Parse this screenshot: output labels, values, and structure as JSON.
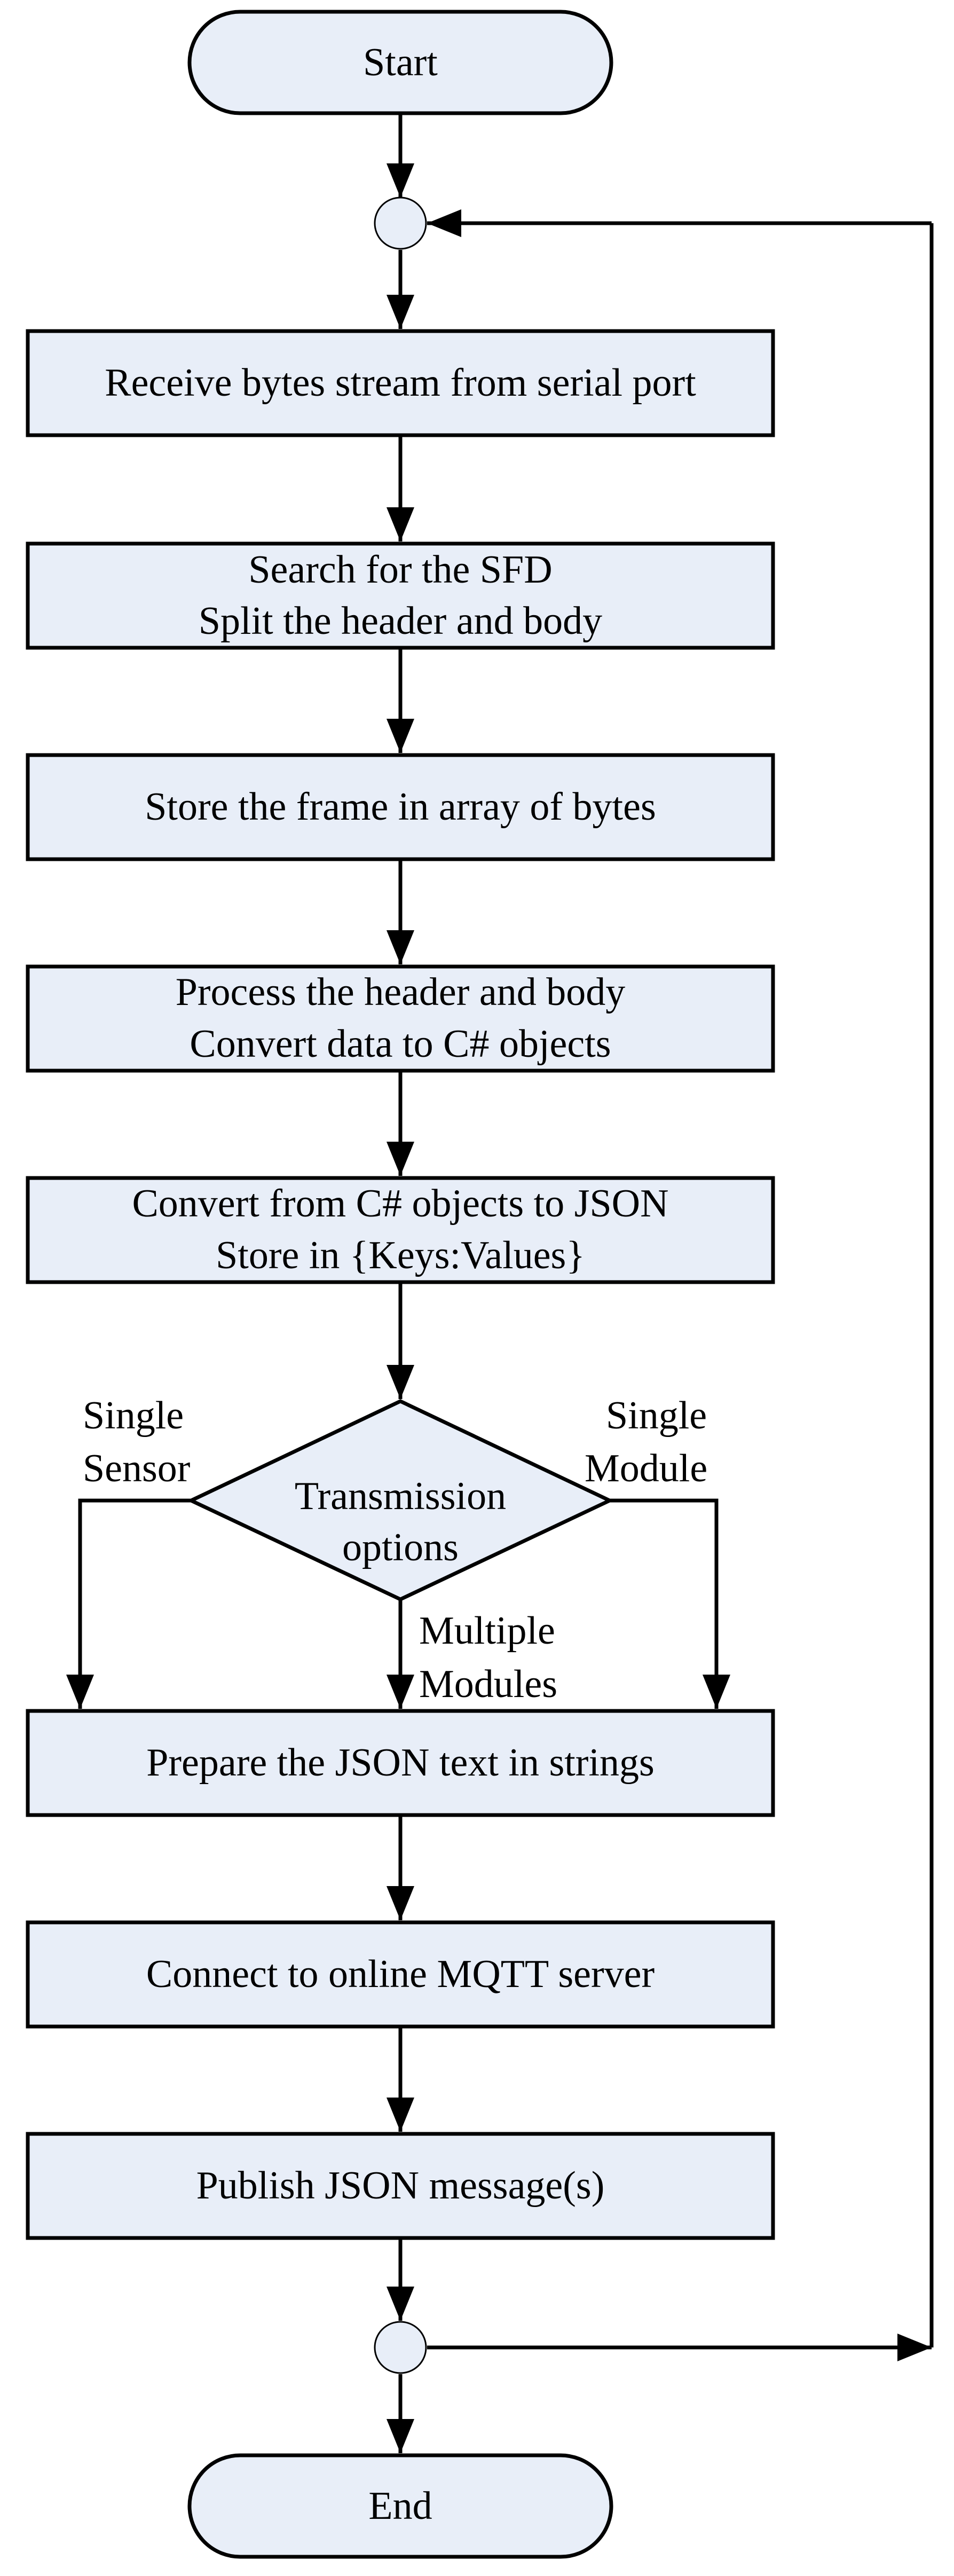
{
  "diagram": {
    "start": "Start",
    "end": "End",
    "steps": [
      {
        "id": "receive",
        "lines": [
          "Receive bytes stream from serial port"
        ]
      },
      {
        "id": "search",
        "lines": [
          "Search for the SFD",
          "Split the header and body"
        ]
      },
      {
        "id": "store",
        "lines": [
          "Store the frame in array of bytes"
        ]
      },
      {
        "id": "process",
        "lines": [
          "Process the header and body",
          "Convert data to C# objects"
        ]
      },
      {
        "id": "convert",
        "lines": [
          "Convert from C# objects to JSON",
          "Store in {Keys:Values}"
        ]
      },
      {
        "id": "prepare",
        "lines": [
          "Prepare the JSON text in strings"
        ]
      },
      {
        "id": "connect",
        "lines": [
          "Connect to online MQTT server"
        ]
      },
      {
        "id": "publish",
        "lines": [
          "Publish JSON message(s)"
        ]
      }
    ],
    "decision": {
      "lines": [
        "Transmission",
        "options"
      ]
    },
    "options": {
      "left": [
        "Single",
        "Sensor"
      ],
      "middle": [
        "Multiple",
        "Modules"
      ],
      "right": [
        "Single",
        "Module"
      ]
    }
  },
  "colors": {
    "node_fill": "#e8eef8",
    "stroke": "#000000"
  }
}
